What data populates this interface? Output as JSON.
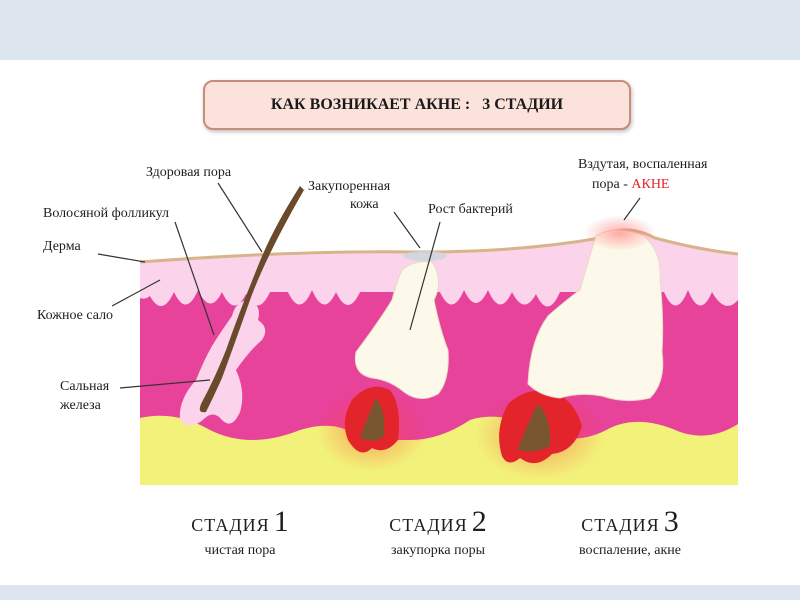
{
  "title": "КАК ВОЗНИКАЕТ АКНЕ :   3 СТАДИИ",
  "labels": {
    "healthy_pore": "Здоровая пора",
    "hair_follicle": "Волосяной  фолликул",
    "dermis": "Дерма",
    "sebum": "Кожное сало",
    "sebaceous_gland_line1": "Сальная",
    "sebaceous_gland_line2": "железа",
    "clogged_skin_line1": "Закупоренная",
    "clogged_skin_line2": "кожа",
    "bacteria_growth": "Рост бактерий",
    "inflamed_pore_line1": "Вздутая, воспаленная",
    "inflamed_pore_line2": "пора - ",
    "acne_word": "АКНЕ"
  },
  "stages": [
    {
      "word": "СТАДИЯ",
      "number": "1",
      "caption": "чистая пора"
    },
    {
      "word": "СТАДИЯ",
      "number": "2",
      "caption": "закупорка поры"
    },
    {
      "word": "СТАДИЯ",
      "number": "3",
      "caption": "воспаление, акне"
    }
  ],
  "colors": {
    "band": "#dde5ee",
    "epidermis": "#fbd3ea",
    "dermis": "#e8439a",
    "fat_layer": "#f2f27a",
    "sebum_plug": "#fdf9ea",
    "inflammation": "#e4242b",
    "hair": "#6b4a2b",
    "acne_text": "#e4242b"
  }
}
